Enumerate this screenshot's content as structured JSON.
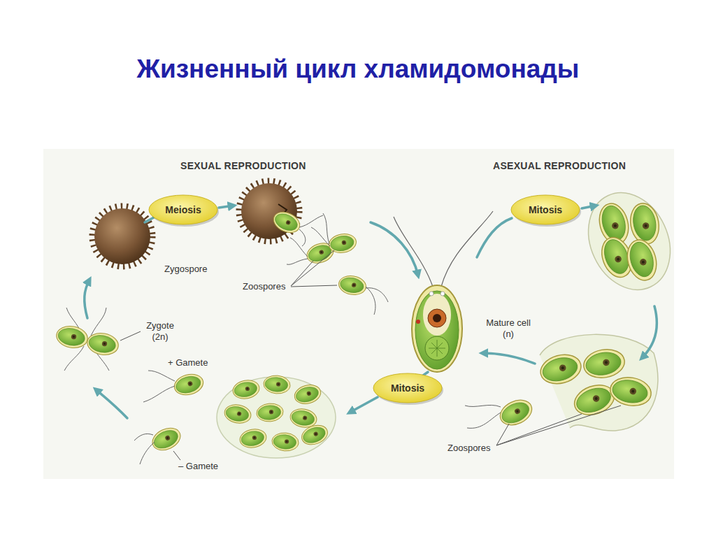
{
  "diagram": {
    "title": "Жизненный цикл хламидомонады",
    "nodes": [
      {
        "text": [
          "Meiosis"
        ]
      },
      {
        "text": [
          "Mitosis"
        ]
      },
      {
        "text": [
          "Mitosis"
        ]
      }
    ],
    "labels": [
      "SEXUAL REPRODUCTION",
      "ASEXUAL REPRODUCTION",
      "Zygospore",
      "Zoospores",
      "Zygote (2n)",
      "+ Gamete",
      "– Gamete",
      "Mature cell (n)",
      "Zoospores"
    ]
  }
}
